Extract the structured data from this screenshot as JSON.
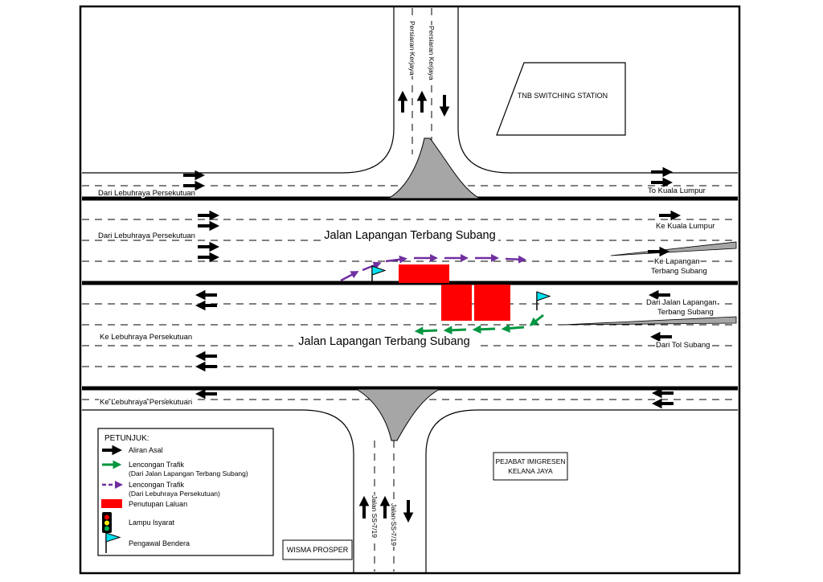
{
  "map": {
    "road_names": {
      "persiaran_kerjaya": "Persiaran Kerjaya",
      "jalan_lapangan_terbang_subang": "Jalan Lapangan Terbang Subang",
      "jalan_ss_7_19": "Jalan SS 7/19"
    },
    "flow_labels": {
      "dari_lebuhraya_persekutuan": "Dari Lebuhraya Persekutuan",
      "ke_lebuhraya_persekutuan": "Ke Lebuhraya Persekutuan",
      "to_kuala_lumpur": "To Kuala Lumpur",
      "ke_kuala_lumpur": "Ke Kuala Lumpur",
      "ke_lapangan_line1": "Ke Lapangan",
      "ke_lapangan_line2": "Terbang Subang",
      "dari_jalan_lapangan_line1": "Dari Jalan Lapangan",
      "dari_jalan_lapangan_line2": "Terbang Subang",
      "dari_tol_subang": "Dari Tol Subang"
    },
    "buildings": {
      "tnb_switching_station": "TNB SWITCHING STATION",
      "pejabat_imigresen_line1": "PEJABAT IMIGRESEN",
      "pejabat_imigresen_line2": "KELANA JAYA",
      "wisma_prosper": "WISMA PROSPER"
    }
  },
  "legend": {
    "title": "PETUNJUK:",
    "items": [
      {
        "symbol": "black-arrow-icon",
        "label": "Aliran Asal"
      },
      {
        "symbol": "green-arrow-icon",
        "label": "Lencongan Trafik",
        "sublabel": "(Dari Jalan Lapangan Terbang Subang)"
      },
      {
        "symbol": "purple-dashed-arrow-icon",
        "label": "Lencongan Trafik",
        "sublabel": "(Dari Lebuhraya Persekutuan)"
      },
      {
        "symbol": "red-rectangle-icon",
        "label": "Penutupan Laluan"
      },
      {
        "symbol": "traffic-light-icon",
        "label": "Lampu Isyarat"
      },
      {
        "symbol": "cyan-flag-icon",
        "label": "Pengawal Bendera"
      }
    ]
  },
  "colors": {
    "road_closure": "#FF0000",
    "diversion_from_jalan_lapangan": "#009640",
    "diversion_from_lebuhraya": "#7030A0",
    "flag_controller": "#00E1F0",
    "traffic_island": "#A6A6A6",
    "signal_red": "#FF0000",
    "signal_yellow": "#FFF200",
    "signal_green": "#00B050"
  }
}
